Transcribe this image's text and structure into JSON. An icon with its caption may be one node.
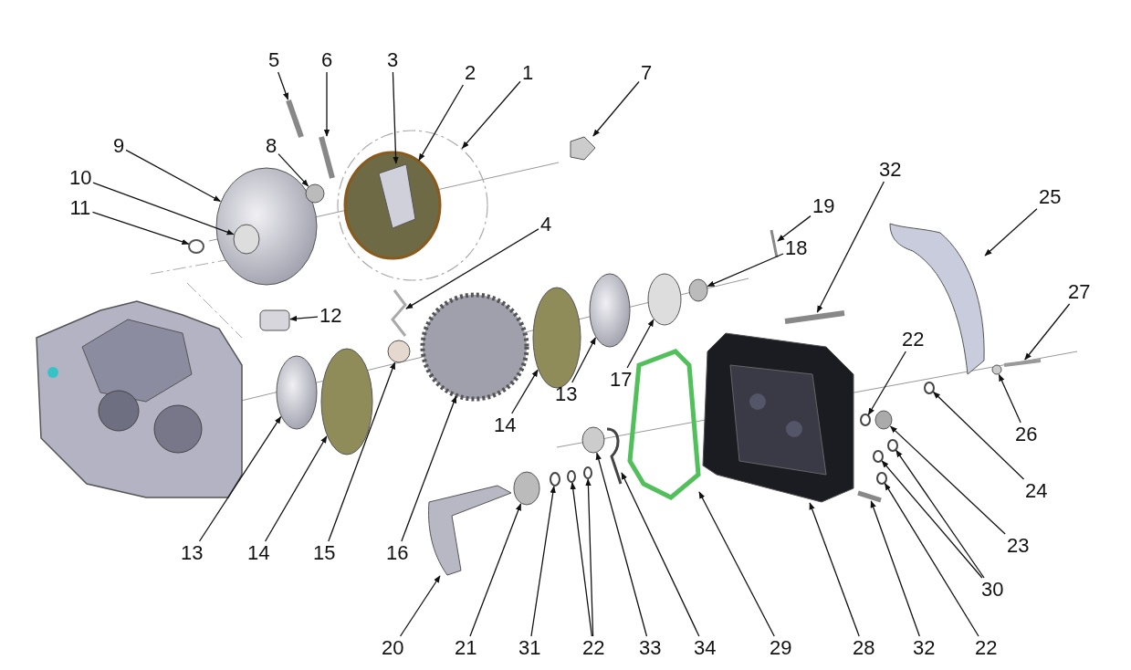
{
  "diagram": {
    "nodes": [
      {
        "text": [
          "5"
        ]
      },
      {
        "text": [
          "6"
        ]
      },
      {
        "text": [
          "3"
        ]
      },
      {
        "text": [
          "2"
        ]
      },
      {
        "text": [
          "1"
        ]
      },
      {
        "text": [
          "7"
        ]
      },
      {
        "text": [
          "9"
        ]
      },
      {
        "text": [
          "8"
        ]
      },
      {
        "text": [
          "10"
        ]
      },
      {
        "text": [
          "32"
        ]
      },
      {
        "text": [
          "19"
        ]
      },
      {
        "text": [
          "11"
        ]
      },
      {
        "text": [
          "4"
        ]
      },
      {
        "text": [
          "25"
        ]
      },
      {
        "text": [
          "18"
        ]
      },
      {
        "text": [
          "27"
        ]
      },
      {
        "text": [
          "12"
        ]
      },
      {
        "text": [
          "22"
        ]
      },
      {
        "text": [
          "13"
        ]
      },
      {
        "text": [
          "17"
        ]
      },
      {
        "text": [
          "14"
        ]
      },
      {
        "text": [
          "26"
        ]
      },
      {
        "text": [
          "24"
        ]
      },
      {
        "text": [
          "23"
        ]
      },
      {
        "text": [
          "13"
        ]
      },
      {
        "text": [
          "14"
        ]
      },
      {
        "text": [
          "15"
        ]
      },
      {
        "text": [
          "16"
        ]
      },
      {
        "text": [
          "30"
        ]
      },
      {
        "text": [
          "20"
        ]
      },
      {
        "text": [
          "21"
        ]
      },
      {
        "text": [
          "31"
        ]
      },
      {
        "text": [
          "22"
        ]
      },
      {
        "text": [
          "33"
        ]
      },
      {
        "text": [
          "34"
        ]
      },
      {
        "text": [
          "29"
        ]
      },
      {
        "text": [
          "28"
        ]
      },
      {
        "text": [
          "32"
        ]
      },
      {
        "text": [
          "22"
        ]
      },
      {
        "text": [],
        "shape": "picture"
      },
      {
        "text": [],
        "shape": "picture"
      },
      {
        "text": [],
        "shape": "picture",
        "in": 42
      },
      {
        "text": [],
        "shape": "circle",
        "in": 43
      },
      {
        "text": [],
        "shape": "circle"
      },
      {
        "text": [],
        "shape": "picture"
      },
      {
        "text": [],
        "shape": "circle"
      },
      {
        "text": [],
        "shape": "circle"
      },
      {
        "text": [],
        "shape": "circle",
        "in": 45
      },
      {
        "text": [],
        "shape": "picture"
      },
      {
        "text": [],
        "shape": "picture"
      },
      {
        "text": [],
        "shape": "circle"
      },
      {
        "text": [],
        "shape": "picture"
      },
      {
        "text": [],
        "shape": "picture"
      },
      {
        "text": [],
        "shape": "circle"
      },
      {
        "text": [],
        "shape": "picture"
      },
      {
        "text": [],
        "shape": "box"
      },
      {
        "text": [],
        "shape": "circle"
      },
      {
        "text": [],
        "shape": "circle"
      },
      {
        "text": [],
        "shape": "circle"
      },
      {
        "text": [],
        "shape": "circle"
      },
      {
        "text": [],
        "shape": "circle"
      },
      {
        "text": [],
        "shape": "circle"
      },
      {
        "text": [],
        "shape": "circle"
      },
      {
        "text": [],
        "shape": "circle"
      },
      {
        "text": [],
        "shape": "circle"
      },
      {
        "text": [],
        "shape": "circle"
      },
      {
        "text": [],
        "shape": "circle"
      },
      {
        "text": [],
        "shape": "circle"
      },
      {
        "text": [],
        "shape": "circle"
      },
      {
        "text": [],
        "shape": "picture"
      },
      {
        "text": [],
        "shape": "circle"
      },
      {
        "text": [],
        "shape": "circle"
      },
      {
        "text": [],
        "shape": "circle"
      },
      {
        "text": [],
        "shape": "circle"
      },
      {
        "text": [],
        "shape": "circle"
      },
      {
        "text": [],
        "shape": "picture"
      },
      {
        "text": [],
        "shape": "picture"
      },
      {
        "text": [],
        "shape": "picture"
      },
      {
        "text": [],
        "shape": "picture"
      },
      {
        "text": [],
        "shape": "circle"
      }
    ],
    "edges": [
      {
        "from": 0,
        "to": 39,
        "arrow": "to"
      },
      {
        "from": 1,
        "to": 40,
        "arrow": "to"
      },
      {
        "from": 2,
        "to": 41,
        "arrow": "to"
      },
      {
        "from": 3,
        "to": 42,
        "arrow": "to"
      },
      {
        "from": 4,
        "to": 43,
        "arrow": "to"
      },
      {
        "from": 5,
        "to": 44,
        "arrow": "to"
      },
      {
        "from": 6,
        "to": 45,
        "arrow": "to"
      },
      {
        "from": 7,
        "to": 46,
        "arrow": "to"
      },
      {
        "from": 8,
        "to": 47,
        "arrow": "to"
      },
      {
        "from": 9,
        "to": 48,
        "arrow": "to"
      },
      {
        "from": 10,
        "to": 49,
        "arrow": "to"
      },
      {
        "from": 11,
        "to": 50,
        "arrow": "to"
      },
      {
        "from": 12,
        "to": 51,
        "arrow": "to"
      },
      {
        "from": 13,
        "to": 52,
        "arrow": "to"
      },
      {
        "from": 14,
        "to": 53,
        "arrow": "to"
      },
      {
        "from": 15,
        "to": 54,
        "arrow": "to"
      },
      {
        "from": 16,
        "to": 55,
        "arrow": "to"
      },
      {
        "from": 17,
        "to": 56,
        "arrow": "to"
      },
      {
        "from": 18,
        "to": 57,
        "arrow": "to"
      },
      {
        "from": 19,
        "to": 58,
        "arrow": "to"
      },
      {
        "from": 20,
        "to": 59,
        "arrow": "to"
      },
      {
        "from": 21,
        "to": 60,
        "arrow": "to"
      },
      {
        "from": 22,
        "to": 61,
        "arrow": "to"
      },
      {
        "from": 23,
        "to": 62,
        "arrow": "to"
      },
      {
        "from": 24,
        "to": 63,
        "arrow": "to"
      },
      {
        "from": 25,
        "to": 64,
        "arrow": "to"
      },
      {
        "from": 26,
        "to": 65,
        "arrow": "to"
      },
      {
        "from": 27,
        "to": 66,
        "arrow": "to"
      },
      {
        "from": 28,
        "to": 67,
        "arrow": "to"
      },
      {
        "from": 28,
        "to": 68,
        "arrow": "to"
      },
      {
        "from": 29,
        "to": 69,
        "arrow": "to"
      },
      {
        "from": 30,
        "to": 70,
        "arrow": "to"
      },
      {
        "from": 31,
        "to": 71,
        "arrow": "to"
      },
      {
        "from": 32,
        "to": 72,
        "arrow": "to"
      },
      {
        "from": 32,
        "to": 73,
        "arrow": "to"
      },
      {
        "from": 33,
        "to": 74,
        "arrow": "to"
      },
      {
        "from": 34,
        "to": 75,
        "arrow": "to"
      },
      {
        "from": 35,
        "to": 76,
        "arrow": "to"
      },
      {
        "from": 36,
        "to": 77,
        "arrow": "to"
      },
      {
        "from": 37,
        "to": 78,
        "arrow": "to"
      },
      {
        "from": 38,
        "to": 79,
        "arrow": "to"
      }
    ]
  }
}
